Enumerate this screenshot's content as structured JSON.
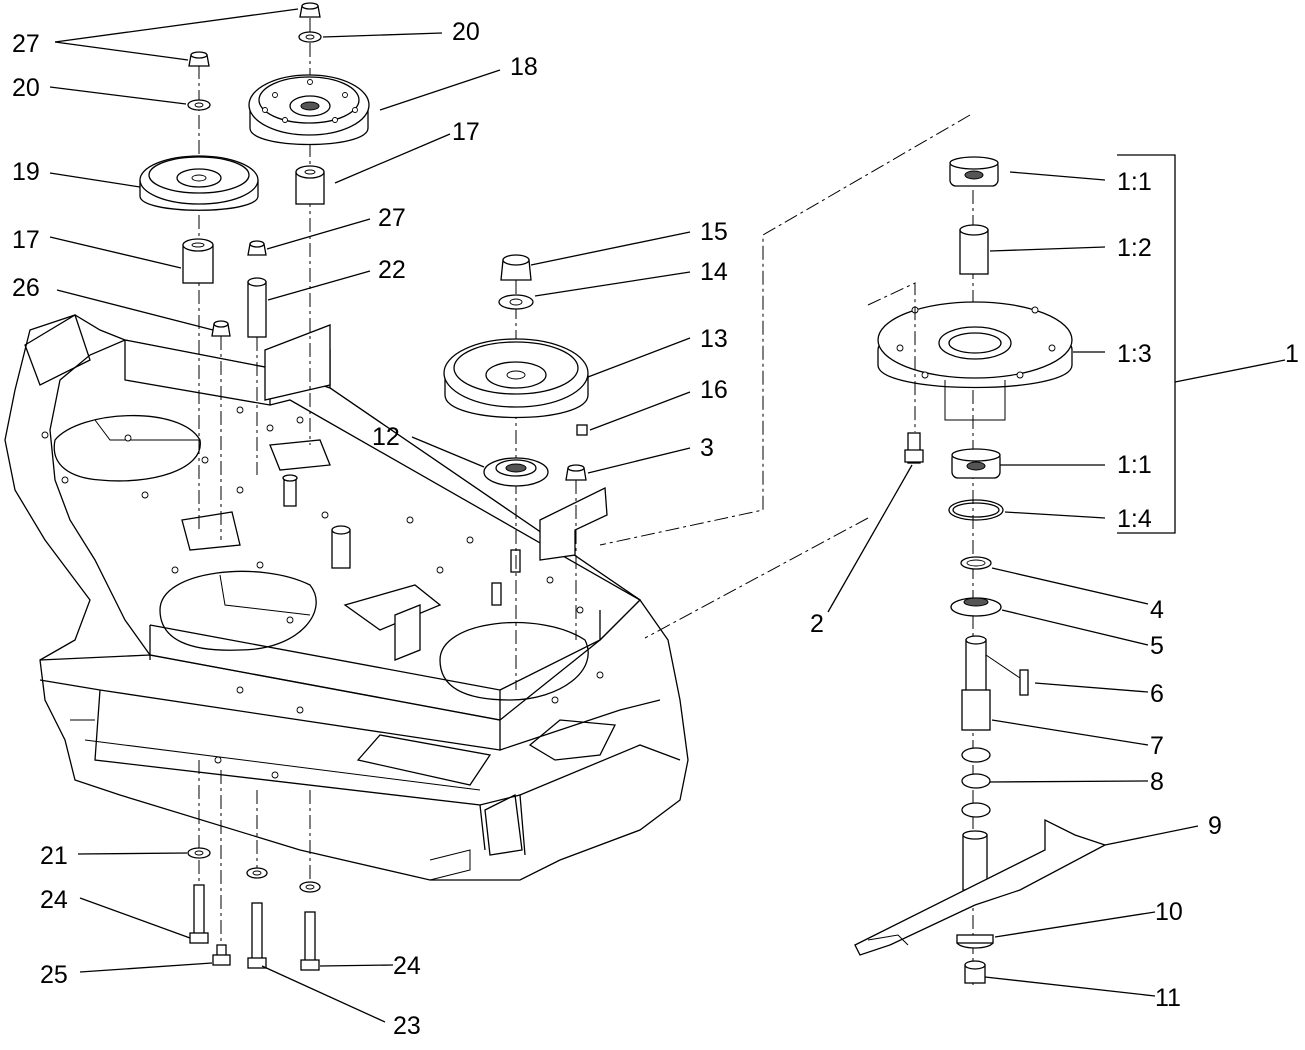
{
  "callouts": [
    {
      "id": "c27a",
      "text": "27"
    },
    {
      "id": "c20a",
      "text": "20"
    },
    {
      "id": "c20b",
      "text": "20"
    },
    {
      "id": "c18",
      "text": "18"
    },
    {
      "id": "c19",
      "text": "19"
    },
    {
      "id": "c17a",
      "text": "17"
    },
    {
      "id": "c17b",
      "text": "17"
    },
    {
      "id": "c27b",
      "text": "27"
    },
    {
      "id": "c22",
      "text": "22"
    },
    {
      "id": "c26",
      "text": "26"
    },
    {
      "id": "c15",
      "text": "15"
    },
    {
      "id": "c14",
      "text": "14"
    },
    {
      "id": "c13",
      "text": "13"
    },
    {
      "id": "c16",
      "text": "16"
    },
    {
      "id": "c12",
      "text": "12"
    },
    {
      "id": "c3",
      "text": "3"
    },
    {
      "id": "c2",
      "text": "2"
    },
    {
      "id": "c11a",
      "text": "1:1"
    },
    {
      "id": "c12b",
      "text": "1:2"
    },
    {
      "id": "c13b",
      "text": "1:3"
    },
    {
      "id": "c1",
      "text": "1"
    },
    {
      "id": "c11b",
      "text": "1:1"
    },
    {
      "id": "c14b",
      "text": "1:4"
    },
    {
      "id": "c4",
      "text": "4"
    },
    {
      "id": "c5",
      "text": "5"
    },
    {
      "id": "c6",
      "text": "6"
    },
    {
      "id": "c7",
      "text": "7"
    },
    {
      "id": "c8",
      "text": "8"
    },
    {
      "id": "c9",
      "text": "9"
    },
    {
      "id": "c10",
      "text": "10"
    },
    {
      "id": "c11",
      "text": "11"
    },
    {
      "id": "c21",
      "text": "21"
    },
    {
      "id": "c24a",
      "text": "24"
    },
    {
      "id": "c25",
      "text": "25"
    },
    {
      "id": "c24b",
      "text": "24"
    },
    {
      "id": "c23",
      "text": "23"
    }
  ]
}
